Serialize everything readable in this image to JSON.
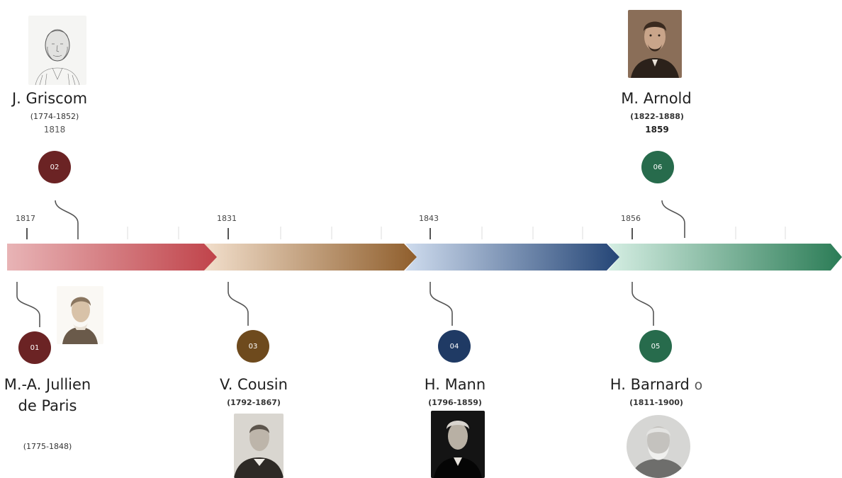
{
  "colors": {
    "maroon": "#6b2324",
    "bronze": "#6e4a1d",
    "navy": "#1f3a64",
    "green": "#276b4c"
  },
  "axis": {
    "years": [
      {
        "label": "1817"
      },
      {
        "label": "1831"
      },
      {
        "label": "1843"
      },
      {
        "label": "1856"
      }
    ]
  },
  "people": [
    {
      "number": "01",
      "name": "M.-A. Jullien de Paris",
      "dates": "(1775-1848)",
      "year": ""
    },
    {
      "number": "02",
      "name": "J. Griscom",
      "dates": "(1774-1852)",
      "year": "1818"
    },
    {
      "number": "03",
      "name": "V. Cousin",
      "dates": "(1792-1867)",
      "year": ""
    },
    {
      "number": "04",
      "name": "H. Mann",
      "dates": "(1796-1859)",
      "year": ""
    },
    {
      "number": "05",
      "name": "H. Barnard",
      "suffix": "o",
      "dates": "(1811-1900)",
      "year": ""
    },
    {
      "number": "06",
      "name": "M. Arnold",
      "dates": "(1822-1888)",
      "year": "1859"
    }
  ]
}
